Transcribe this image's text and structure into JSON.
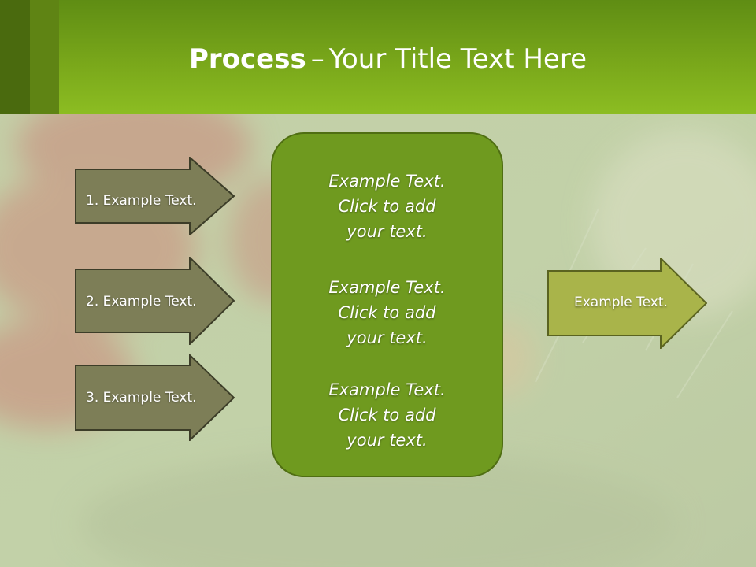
{
  "slide": {
    "title_bold": "Process",
    "title_dash": "–",
    "title_rest": "Your Title Text Here"
  },
  "steps": [
    {
      "label": "1. Example Text."
    },
    {
      "label": "2. Example Text."
    },
    {
      "label": "3. Example Text."
    }
  ],
  "center_blocks": [
    {
      "line1": "Example Text.",
      "line2": "Click  to add",
      "line3": "your text."
    },
    {
      "line1": "Example Text.",
      "line2": "Click  to add",
      "line3": "your text."
    },
    {
      "line1": "Example Text.",
      "line2": "Click  to add",
      "line3": "your text."
    }
  ],
  "result": {
    "label": "Example Text."
  },
  "colors": {
    "header_green": "#8cbd22",
    "header_stripe_dark": "#4a6a0e",
    "step_arrow_fill": "#7d7e57",
    "center_box_fill": "#6f9a1f",
    "result_arrow_fill": "#a9b44a"
  }
}
